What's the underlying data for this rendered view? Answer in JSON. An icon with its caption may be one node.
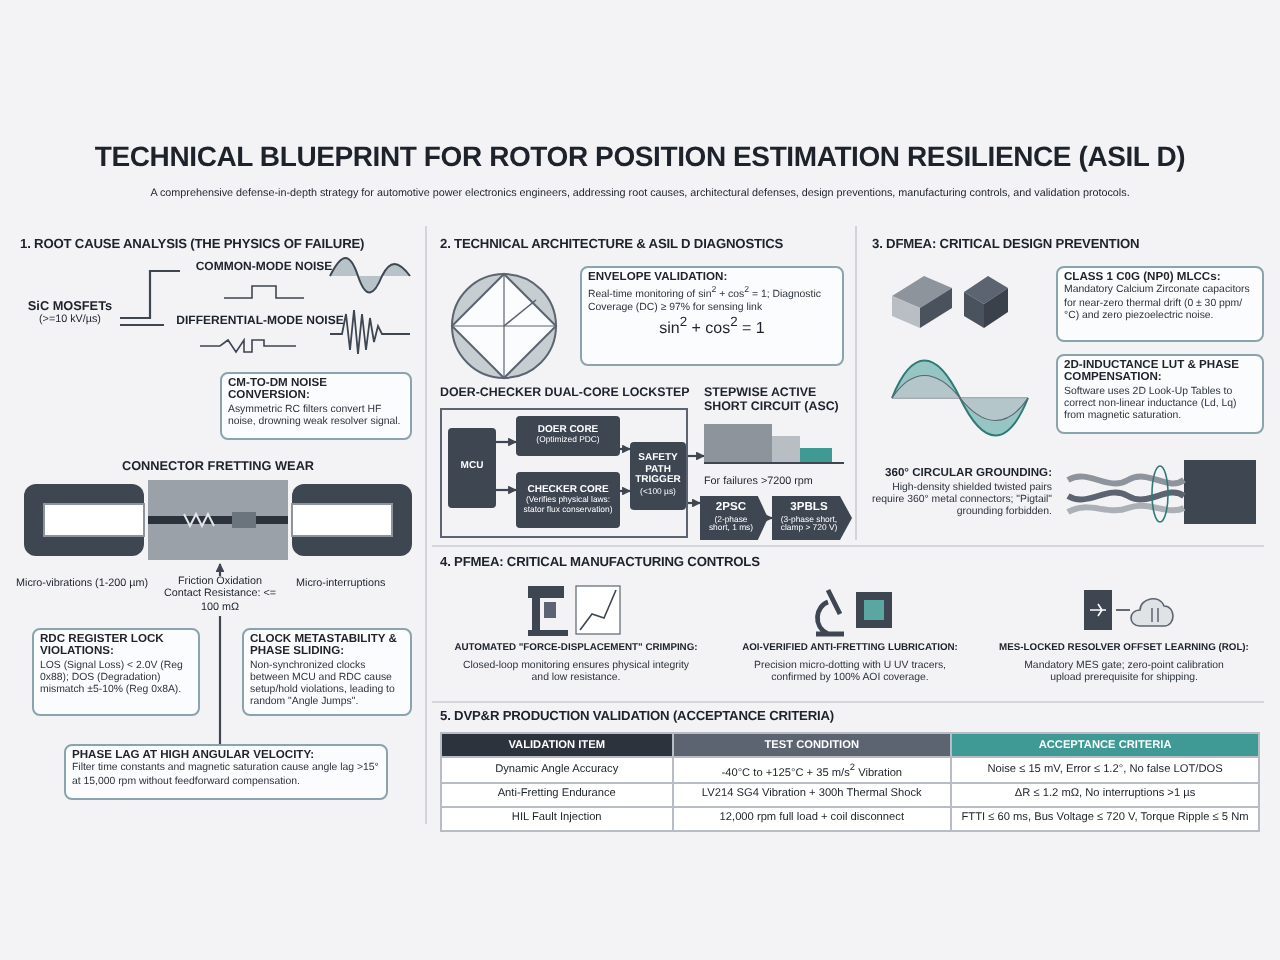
{
  "diagram": {
    "title": "TECHNICAL BLUEPRINT FOR ROTOR POSITION ESTIMATION RESILIENCE (ASIL D)",
    "nodes": [
      {
        "text": [
          "SiC MOSFETs",
          "(>=10 kV/µs)"
        ]
      },
      {
        "text": [
          "COMMON-MODE NOISE"
        ]
      },
      {
        "text": [
          "DIFFERENTIAL-MODE NOISE"
        ]
      },
      {
        "text": [
          "CM-TO-DM NOISE CONVERSION:",
          "Asymmetric RC filters convert HF noise, drowning weak resolver signal."
        ]
      },
      {
        "text": [
          "CONNECTOR FRETTING WEAR"
        ]
      },
      {
        "text": [
          "Friction Oxidation Contact Resistance: <= 100 mΩ"
        ]
      },
      {
        "text": [
          "RDC REGISTER LOCK VIOLATIONS:",
          "LOS (Signal Loss) < 2.0V (Reg 0x88); DOS (Degradation) mismatch ±5-10% (Reg 0x8A)."
        ]
      },
      {
        "text": [
          "CLOCK METASTABILITY & PHASE SLIDING:",
          "Non-synchronized clocks between MCU and RDC cause setup/hold violations, leading to random \"Angle Jumps\"."
        ]
      },
      {
        "text": [
          "PHASE LAG AT HIGH ANGULAR VELOCITY:",
          "Filter time constants and magnetic saturation cause angle lag >15° at 15,000 rpm without feedforward compensation."
        ]
      },
      {
        "text": [
          "ENVELOPE VALIDATION:",
          "Real-time monitoring of sin$^{2}$ + cos$^{2}$ = 1; Diagnostic Coverage (DC) ≥ 97% for sensing link",
          "sin$^{2}$ + cos$^{2}$ = 1"
        ]
      },
      {
        "text": [
          "DOER-CHECKER DUAL-CORE LOCKSTEP"
        ]
      },
      {
        "text": [
          "MCU"
        ],
        "in": 10
      },
      {
        "text": [
          "DOER CORE",
          "(Optimized PDC)"
        ],
        "in": 10
      },
      {
        "text": [
          "CHECKER CORE",
          "(Verifies physical laws: stator flux conservation)"
        ],
        "in": 10
      },
      {
        "text": [
          "SAFETY PATH TRIGGER",
          "(<100 µs)"
        ],
        "in": 10
      },
      {
        "text": [
          "STEPWISE ACTIVE SHORT CIRCUIT (ASC)"
        ]
      },
      {
        "text": [
          "2PSC",
          "(2-phase short, 1 ms)"
        ]
      },
      {
        "text": [
          "3PBLS",
          "(3-phase short, clamp > 720 V)"
        ]
      },
      {
        "text": [
          "CLASS 1 C0G (NP0) MLCCs:",
          "Mandatory Calcium Zirconate capacitors for near-zero thermal drift (0 ± 30 ppm/°C) and zero piezoelectric noise."
        ]
      },
      {
        "text": [
          "2D-INDUCTANCE LUT & PHASE COMPENSATION:",
          "Software uses 2D Look-Up Tables to correct non-linear inductance (Ld, Lq) from magnetic saturation."
        ]
      }
    ],
    "edges": [
      {
        "from": 0,
        "to": 1,
        "arrow": "none"
      },
      {
        "from": 0,
        "to": 2,
        "arrow": "none"
      },
      {
        "from": 5,
        "to": 4,
        "arrow": "to"
      },
      {
        "from": 5,
        "to": 8,
        "arrow": "none"
      },
      {
        "from": 11,
        "to": 12,
        "arrow": "to"
      },
      {
        "from": 11,
        "to": 13,
        "arrow": "to"
      },
      {
        "from": 12,
        "to": 14,
        "arrow": "to"
      },
      {
        "from": 13,
        "to": 14,
        "arrow": "to"
      },
      {
        "from": 14,
        "to": 15,
        "arrow": "to"
      },
      {
        "from": 14,
        "to": 16,
        "arrow": "to"
      },
      {
        "from": 16,
        "to": 17,
        "arrow": "to"
      }
    ],
    "labels": [
      "A comprehensive defense-in-depth strategy for automotive power electronics engineers, addressing root causes, architectural defenses, design preventions, manufacturing controls, and validation protocols.",
      "1. ROOT CAUSE ANALYSIS (THE PHYSICS OF FAILURE)",
      "Micro-vibrations (1-200 µm)",
      "Micro-interruptions",
      "2. TECHNICAL ARCHITECTURE & ASIL D DIAGNOSTICS",
      "For failures >7200 rpm",
      "3. DFMEA: CRITICAL DESIGN PREVENTION",
      "360° CIRCULAR GROUNDING:",
      "High-density shielded twisted pairs require 360° metal connectors; \"Pigtail\" grounding forbidden.",
      "4. PFMEA: CRITICAL MANUFACTURING CONTROLS",
      "AUTOMATED \"FORCE-DISPLACEMENT\" CRIMPING:",
      "Closed-loop monitoring ensures physical integrity and low resistance.",
      "AOI-VERIFIED ANTI-FRETTING LUBRICATION:",
      "Precision micro-dotting with U UV tracers, confirmed by 100% AOI coverage.",
      "MES-LOCKED RESOLVER OFFSET LEARNING (ROL):",
      "Mandatory MES gate; zero-point calibration upload prerequisite for shipping.",
      "5. DVP&R PRODUCTION VALIDATION (ACCEPTANCE CRITERIA)",
      "VALIDATION ITEM",
      "TEST CONDITION",
      "ACCEPTANCE CRITERIA",
      "Dynamic Angle Accuracy",
      "-40°C to +125°C + 35 m/s$^{2}$ Vibration",
      "Noise ≤ 15 mV, Error ≤ 1.2°, No false LOT/DOS",
      "Anti-Fretting Endurance",
      "LV214 SG4 Vibration + 300h Thermal Shock",
      "ΔR ≤ 1.2 mΩ, No interruptions >1 µs",
      "HIL Fault Injection",
      "12,000 rpm full load + coil disconnect",
      "FTTI ≤ 60 ms, Bus Voltage ≤ 720 V, Torque Ripple ≤ 5 Nm"
    ]
  }
}
